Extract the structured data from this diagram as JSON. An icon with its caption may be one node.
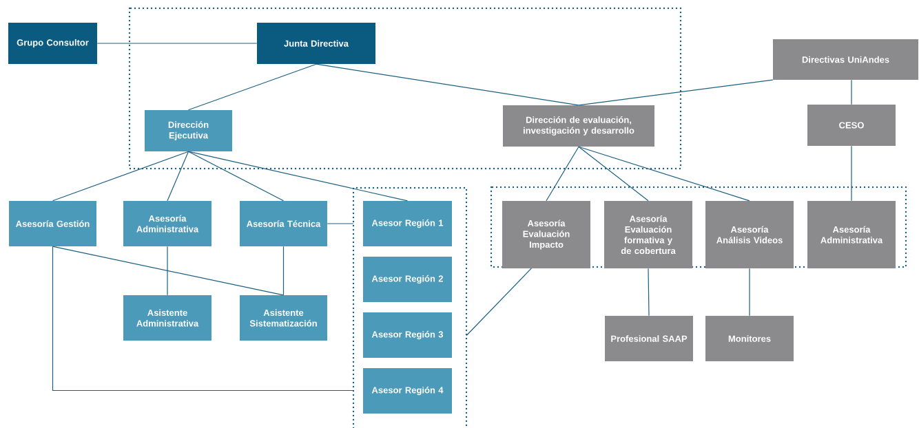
{
  "diagram": {
    "nodes": [
      {
        "text": [],
        "shape": "box"
      },
      {
        "text": [
          "Grupo Consultor"
        ]
      },
      {
        "text": [
          "Junta Directiva"
        ],
        "in": 0
      },
      {
        "text": [
          "Directivas UniAndes"
        ]
      },
      {
        "text": [
          "Dirección Ejecutiva"
        ],
        "in": 0
      },
      {
        "text": [
          "Dirección de evaluación, investigación y desarrollo"
        ],
        "in": 0
      },
      {
        "text": [
          "CESO"
        ]
      },
      {
        "text": [
          "Asesoría Gestión"
        ]
      },
      {
        "text": [
          "Asesoría Administrativa"
        ]
      },
      {
        "text": [
          "Asesoría Técnica"
        ]
      },
      {
        "text": [],
        "shape": "box"
      },
      {
        "text": [
          "Asesor Región 1"
        ],
        "in": 10
      },
      {
        "text": [
          "Asesor Región 2"
        ],
        "in": 10
      },
      {
        "text": [
          "Asesor Región 3"
        ],
        "in": 10
      },
      {
        "text": [
          "Asesor Región 4"
        ],
        "in": 10
      },
      {
        "text": [],
        "shape": "box"
      },
      {
        "text": [
          "Asesoría Evaluación Impacto"
        ],
        "in": 15
      },
      {
        "text": [
          "Asesoría Evaluación formativa y de cobertura"
        ],
        "in": 15
      },
      {
        "text": [
          "Asesoría Análisis Videos"
        ],
        "in": 15
      },
      {
        "text": [
          "Asesoría Administrativa"
        ],
        "in": 15
      },
      {
        "text": [
          "Asistente Administrativa"
        ]
      },
      {
        "text": [
          "Asistente Sistematización"
        ]
      },
      {
        "text": [
          "Profesional SAAP"
        ]
      },
      {
        "text": [
          "Monitores"
        ]
      }
    ],
    "edges": [
      {
        "from": 1,
        "to": 2,
        "arrow": "none"
      },
      {
        "from": 2,
        "to": 4,
        "arrow": "none"
      },
      {
        "from": 2,
        "to": 5,
        "arrow": "none"
      },
      {
        "from": 3,
        "to": 5,
        "arrow": "none"
      },
      {
        "from": 3,
        "to": 6,
        "arrow": "none"
      },
      {
        "from": 4,
        "to": 7,
        "arrow": "none"
      },
      {
        "from": 4,
        "to": 8,
        "arrow": "none"
      },
      {
        "from": 4,
        "to": 9,
        "arrow": "none"
      },
      {
        "from": 4,
        "to": 11,
        "arrow": "none"
      },
      {
        "from": 9,
        "to": 10,
        "arrow": "none"
      },
      {
        "from": 7,
        "to": 10,
        "arrow": "none"
      },
      {
        "from": 7,
        "to": 21,
        "arrow": "none"
      },
      {
        "from": 8,
        "to": 20,
        "arrow": "none"
      },
      {
        "from": 9,
        "to": 21,
        "arrow": "none"
      },
      {
        "from": 10,
        "to": 15,
        "arrow": "none"
      },
      {
        "from": 5,
        "to": 16,
        "arrow": "none"
      },
      {
        "from": 5,
        "to": 17,
        "arrow": "none"
      },
      {
        "from": 5,
        "to": 18,
        "arrow": "none"
      },
      {
        "from": 6,
        "to": 19,
        "arrow": "none"
      },
      {
        "from": 17,
        "to": 22,
        "arrow": "none"
      },
      {
        "from": 18,
        "to": 23,
        "arrow": "none"
      }
    ]
  }
}
